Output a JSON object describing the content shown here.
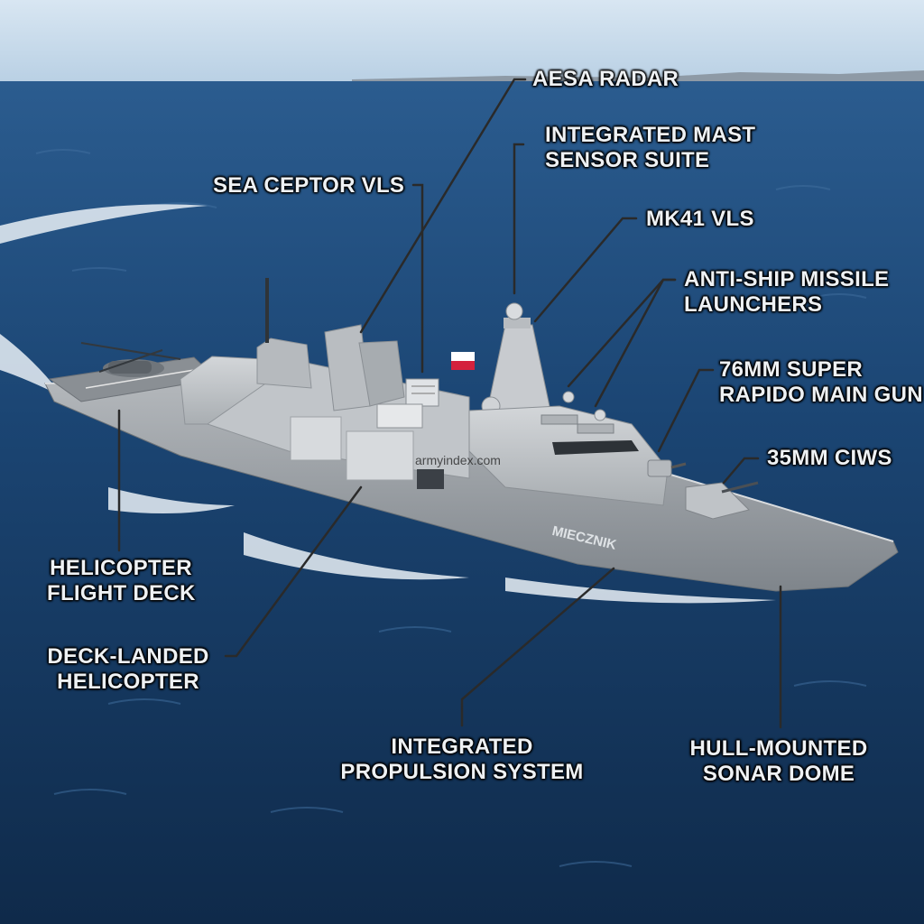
{
  "callouts": {
    "aesa_radar": [
      "AESA RADAR"
    ],
    "integrated_mast": [
      "INTEGRATED MAST",
      "SENSOR SUITE"
    ],
    "sea_ceptor": [
      "SEA CEPTOR VLS"
    ],
    "mk41": [
      "MK41 VLS"
    ],
    "anti_ship": [
      "ANTI-SHIP MISSILE",
      "LAUNCHERS"
    ],
    "main_gun": [
      "76MM SUPER",
      "RAPIDO MAIN GUN"
    ],
    "ciws": [
      "35MM CIWS"
    ],
    "flight_deck": [
      "HELICOPTER",
      "FLIGHT DECK"
    ],
    "deck_helicopter": [
      "DECK-LANDED",
      "HELICOPTER"
    ],
    "propulsion": [
      "INTEGRATED",
      "PROPULSION SYSTEM"
    ],
    "sonar": [
      "HULL-MOUNTED",
      "SONAR DOME"
    ]
  },
  "ship": {
    "name": "MIECZNIK"
  },
  "watermark": "armyindex.com",
  "colors": {
    "sky": "#cfe0ee",
    "sea": "#163f6e",
    "hull": "#9ea3a8",
    "superstructure": "#c4c8cc",
    "leader_line": "#2a2a2a",
    "label_text": "#eef1f4"
  }
}
